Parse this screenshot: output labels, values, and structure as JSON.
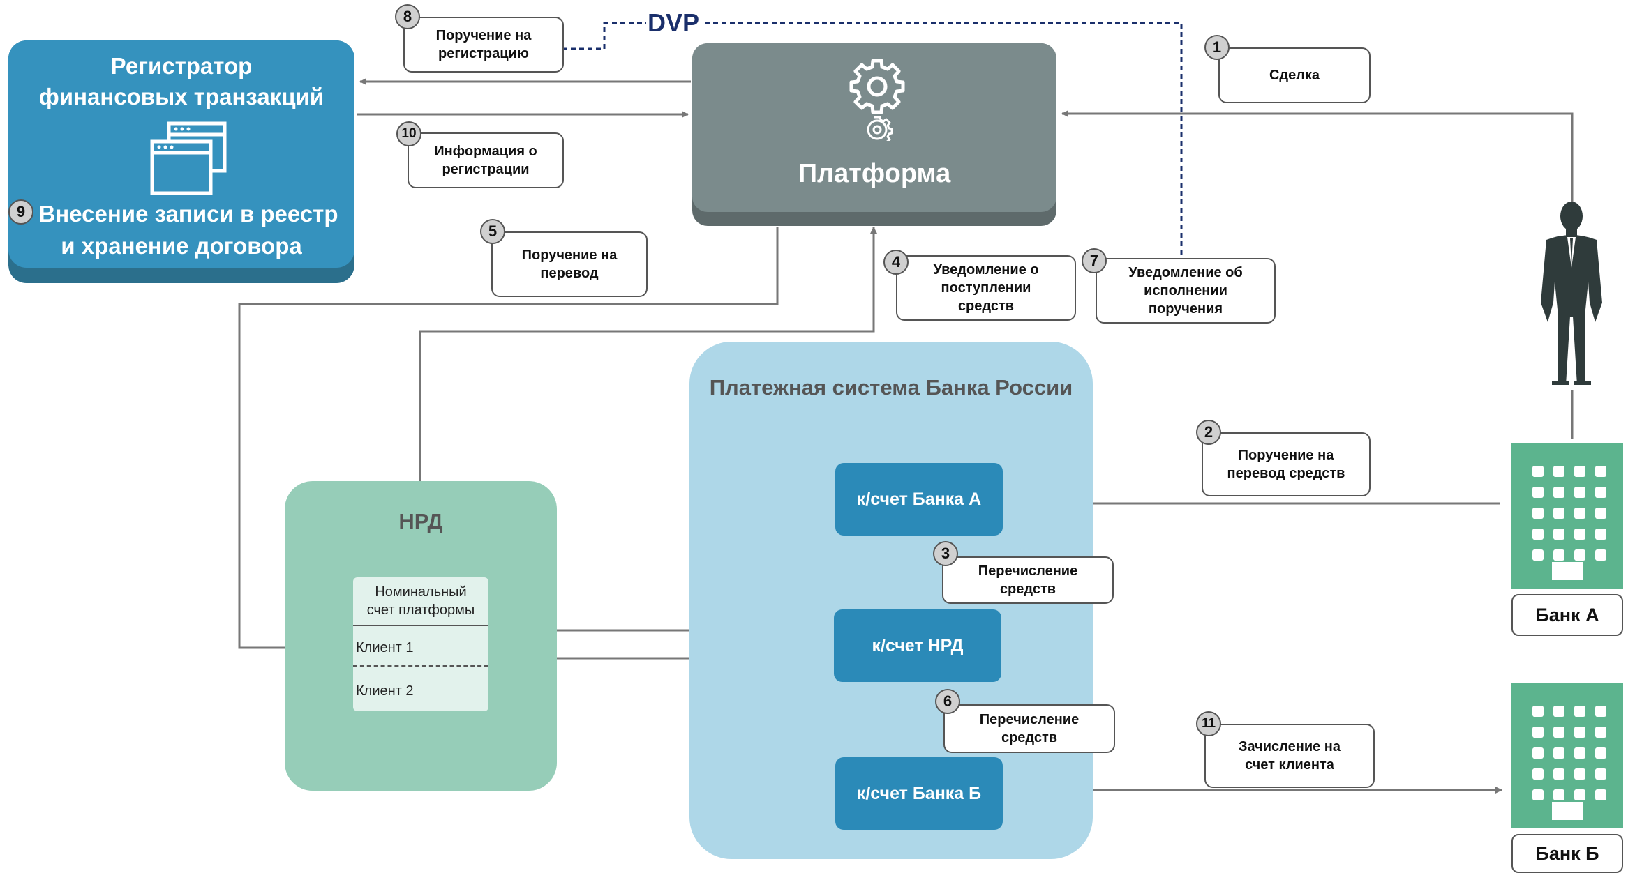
{
  "dvp_label": "DVP",
  "registrar": {
    "title_line1": "Регистратор",
    "title_line2": "финансовых транзакций",
    "step": "9",
    "text_line1": "Внесение записи в реестр",
    "text_line2": "и хранение договора"
  },
  "platform": {
    "title": "Платформа"
  },
  "payment_system": {
    "title": "Платежная система Банка России"
  },
  "nrd": {
    "title": "НРД",
    "nominal_line1": "Номинальный",
    "nominal_line2": "счет платформы",
    "client1": "Клиент 1",
    "client2": "Клиент 2"
  },
  "accounts": {
    "bank_a": "к/счет Банка А",
    "nrd": "к/счет НРД",
    "bank_b": "к/счет Банка Б"
  },
  "banks": {
    "bank_a": "Банк А",
    "bank_b": "Банк Б"
  },
  "steps": [
    {
      "n": "1",
      "lines": [
        "Сделка"
      ]
    },
    {
      "n": "2",
      "lines": [
        "Поручение на",
        "перевод средств"
      ]
    },
    {
      "n": "3",
      "lines": [
        "Перечисление",
        "средств"
      ]
    },
    {
      "n": "4",
      "lines": [
        "Уведомление о",
        "поступлении",
        "средств"
      ]
    },
    {
      "n": "5",
      "lines": [
        "Поручение на",
        "перевод"
      ]
    },
    {
      "n": "6",
      "lines": [
        "Перечисление",
        "средств"
      ]
    },
    {
      "n": "7",
      "lines": [
        "Уведомление об",
        "исполнении",
        "поручения"
      ]
    },
    {
      "n": "8",
      "lines": [
        "Поручение на",
        "регистрацию"
      ]
    },
    {
      "n": "10",
      "lines": [
        "Информация о",
        "регистрации"
      ]
    },
    {
      "n": "11",
      "lines": [
        "Зачисление на",
        "счет клиента"
      ]
    }
  ],
  "colors": {
    "registrar": "#3592BE",
    "platform": "#7B8B8C",
    "payment_system": "#AED7E8",
    "nrd": "#96CDB8",
    "account": "#2B8AB8",
    "bank_icon": "#5CB48E",
    "dvp": "#1A2F6B",
    "arrow": "#777777"
  },
  "icons": [
    "windows-icon",
    "gear-icon",
    "person-icon",
    "bank-building-icon"
  ]
}
